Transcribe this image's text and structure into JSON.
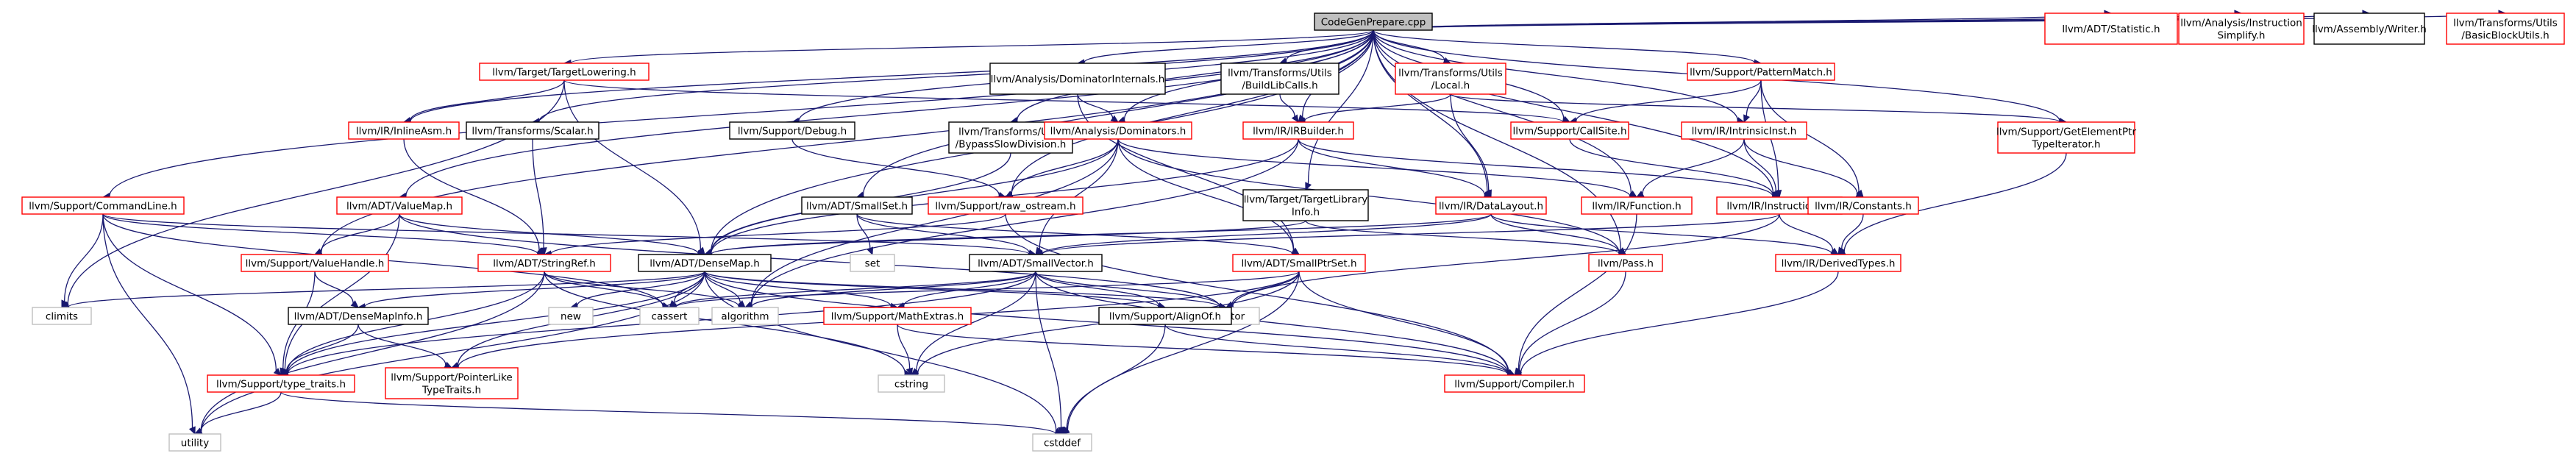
{
  "root": "cg",
  "colors": {
    "edge": "#191970",
    "text": "#000000",
    "root_fill": "#bfbfbf",
    "root_border": "#000000",
    "doc_border": "#ff0000",
    "plain_border": "#000000",
    "system_border": "#bfbfbf"
  },
  "nodes": [
    {
      "id": "cg",
      "lines": [
        "CodeGenPrepare.cpp"
      ],
      "kind": "root"
    },
    {
      "id": "tl",
      "lines": [
        "llvm/Target/TargetLowering.h"
      ],
      "kind": "doc"
    },
    {
      "id": "adt_stat",
      "lines": [
        "llvm/ADT/Statistic.h"
      ],
      "kind": "doc"
    },
    {
      "id": "ais",
      "lines": [
        "llvm/Analysis/Instruction",
        "Simplify.h"
      ],
      "kind": "doc"
    },
    {
      "id": "asmw",
      "lines": [
        "llvm/Assembly/Writer.h"
      ],
      "kind": "plain"
    },
    {
      "id": "bbu",
      "lines": [
        "llvm/Transforms/Utils",
        "/BasicBlockUtils.h"
      ],
      "kind": "doc"
    },
    {
      "id": "adi",
      "lines": [
        "llvm/Analysis/DominatorInternals.h"
      ],
      "kind": "plain"
    },
    {
      "id": "tubl",
      "lines": [
        "llvm/Transforms/Utils",
        "/BuildLibCalls.h"
      ],
      "kind": "plain"
    },
    {
      "id": "tul",
      "lines": [
        "llvm/Transforms/Utils",
        "/Local.h"
      ],
      "kind": "doc"
    },
    {
      "id": "pm",
      "lines": [
        "llvm/Support/PatternMatch.h"
      ],
      "kind": "doc"
    },
    {
      "id": "gepti",
      "lines": [
        "llvm/Support/GetElementPtr",
        "TypeIterator.h"
      ],
      "kind": "doc"
    },
    {
      "id": "inlineasm",
      "lines": [
        "llvm/IR/InlineAsm.h"
      ],
      "kind": "doc"
    },
    {
      "id": "tscalar",
      "lines": [
        "llvm/Transforms/Scalar.h"
      ],
      "kind": "plain"
    },
    {
      "id": "sdebug",
      "lines": [
        "llvm/Support/Debug.h"
      ],
      "kind": "plain"
    },
    {
      "id": "bsd",
      "lines": [
        "llvm/Transforms/Utils",
        "/BypassSlowDivision.h"
      ],
      "kind": "plain"
    },
    {
      "id": "adom",
      "lines": [
        "llvm/Analysis/Dominators.h"
      ],
      "kind": "doc"
    },
    {
      "id": "irb",
      "lines": [
        "llvm/IR/IRBuilder.h"
      ],
      "kind": "doc"
    },
    {
      "id": "callsite",
      "lines": [
        "llvm/Support/CallSite.h"
      ],
      "kind": "doc"
    },
    {
      "id": "intrinsic",
      "lines": [
        "llvm/IR/IntrinsicInst.h"
      ],
      "kind": "doc"
    },
    {
      "id": "cmdline",
      "lines": [
        "llvm/Support/CommandLine.h"
      ],
      "kind": "doc"
    },
    {
      "id": "valuemap",
      "lines": [
        "llvm/ADT/ValueMap.h"
      ],
      "kind": "doc"
    },
    {
      "id": "smallset",
      "lines": [
        "llvm/ADT/SmallSet.h"
      ],
      "kind": "plain"
    },
    {
      "id": "rawos",
      "lines": [
        "llvm/Support/raw_ostream.h"
      ],
      "kind": "doc"
    },
    {
      "id": "tli",
      "lines": [
        "llvm/Target/TargetLibrary",
        "Info.h"
      ],
      "kind": "plain"
    },
    {
      "id": "datalayout",
      "lines": [
        "llvm/IR/DataLayout.h"
      ],
      "kind": "doc"
    },
    {
      "id": "function",
      "lines": [
        "llvm/IR/Function.h"
      ],
      "kind": "doc"
    },
    {
      "id": "instructions",
      "lines": [
        "llvm/IR/Instructions.h"
      ],
      "kind": "doc"
    },
    {
      "id": "constants",
      "lines": [
        "llvm/IR/Constants.h"
      ],
      "kind": "doc"
    },
    {
      "id": "valuehandle",
      "lines": [
        "llvm/Support/ValueHandle.h"
      ],
      "kind": "doc"
    },
    {
      "id": "stringref",
      "lines": [
        "llvm/ADT/StringRef.h"
      ],
      "kind": "doc"
    },
    {
      "id": "densemap",
      "lines": [
        "llvm/ADT/DenseMap.h"
      ],
      "kind": "plain"
    },
    {
      "id": "set",
      "lines": [
        "set"
      ],
      "kind": "system"
    },
    {
      "id": "smallvector",
      "lines": [
        "llvm/ADT/SmallVector.h"
      ],
      "kind": "plain"
    },
    {
      "id": "smallptrset",
      "lines": [
        "llvm/ADT/SmallPtrSet.h"
      ],
      "kind": "doc"
    },
    {
      "id": "pass",
      "lines": [
        "llvm/Pass.h"
      ],
      "kind": "doc"
    },
    {
      "id": "derivedtypes",
      "lines": [
        "llvm/IR/DerivedTypes.h"
      ],
      "kind": "doc"
    },
    {
      "id": "climits",
      "lines": [
        "climits"
      ],
      "kind": "system"
    },
    {
      "id": "new",
      "lines": [
        "new"
      ],
      "kind": "system"
    },
    {
      "id": "cassert",
      "lines": [
        "cassert"
      ],
      "kind": "system"
    },
    {
      "id": "algorithm",
      "lines": [
        "algorithm"
      ],
      "kind": "system"
    },
    {
      "id": "iterator",
      "lines": [
        "iterator"
      ],
      "kind": "system"
    },
    {
      "id": "densemapinfo",
      "lines": [
        "llvm/ADT/DenseMapInfo.h"
      ],
      "kind": "plain"
    },
    {
      "id": "mathextras",
      "lines": [
        "llvm/Support/MathExtras.h"
      ],
      "kind": "doc"
    },
    {
      "id": "alignof",
      "lines": [
        "llvm/Support/AlignOf.h"
      ],
      "kind": "plain"
    },
    {
      "id": "typetraits",
      "lines": [
        "llvm/Support/type_traits.h"
      ],
      "kind": "doc"
    },
    {
      "id": "ptrlike",
      "lines": [
        "llvm/Support/PointerLike",
        "TypeTraits.h"
      ],
      "kind": "doc"
    },
    {
      "id": "cstring",
      "lines": [
        "cstring"
      ],
      "kind": "system"
    },
    {
      "id": "compiler",
      "lines": [
        "llvm/Support/Compiler.h"
      ],
      "kind": "doc"
    },
    {
      "id": "utility",
      "lines": [
        "utility"
      ],
      "kind": "system"
    },
    {
      "id": "cstddef",
      "lines": [
        "cstddef"
      ],
      "kind": "system"
    }
  ],
  "edges": [
    [
      "cg",
      "tl"
    ],
    [
      "cg",
      "adt_stat"
    ],
    [
      "cg",
      "ais"
    ],
    [
      "cg",
      "asmw"
    ],
    [
      "cg",
      "bbu"
    ],
    [
      "cg",
      "adi"
    ],
    [
      "cg",
      "tubl"
    ],
    [
      "cg",
      "tul"
    ],
    [
      "cg",
      "pm"
    ],
    [
      "cg",
      "gepti"
    ],
    [
      "cg",
      "inlineasm"
    ],
    [
      "cg",
      "tscalar"
    ],
    [
      "cg",
      "sdebug"
    ],
    [
      "cg",
      "bsd"
    ],
    [
      "cg",
      "adom"
    ],
    [
      "cg",
      "irb"
    ],
    [
      "cg",
      "callsite"
    ],
    [
      "cg",
      "intrinsic"
    ],
    [
      "cg",
      "cmdline"
    ],
    [
      "cg",
      "valuemap"
    ],
    [
      "cg",
      "smallset"
    ],
    [
      "cg",
      "rawos"
    ],
    [
      "cg",
      "tli"
    ],
    [
      "cg",
      "datalayout"
    ],
    [
      "cg",
      "function"
    ],
    [
      "cg",
      "instructions"
    ],
    [
      "cg",
      "pass"
    ],
    [
      "cg",
      "densemap"
    ],
    [
      "cg",
      "valuehandle"
    ],
    [
      "tl",
      "inlineasm"
    ],
    [
      "tl",
      "callsite"
    ],
    [
      "tl",
      "densemap"
    ],
    [
      "tl",
      "climits"
    ],
    [
      "inlineasm",
      "stringref"
    ],
    [
      "tscalar",
      "stringref"
    ],
    [
      "sdebug",
      "rawos"
    ],
    [
      "bsd",
      "densemap"
    ],
    [
      "adi",
      "adom"
    ],
    [
      "adi",
      "smallptrset"
    ],
    [
      "tubl",
      "irb"
    ],
    [
      "tul",
      "irb"
    ],
    [
      "tul",
      "datalayout"
    ],
    [
      "tul",
      "gepti"
    ],
    [
      "pm",
      "callsite"
    ],
    [
      "pm",
      "intrinsic"
    ],
    [
      "pm",
      "constants"
    ],
    [
      "pm",
      "instructions"
    ],
    [
      "gepti",
      "derivedtypes"
    ],
    [
      "adom",
      "densemap"
    ],
    [
      "adom",
      "smallptrset"
    ],
    [
      "adom",
      "smallvector"
    ],
    [
      "adom",
      "rawos"
    ],
    [
      "adom",
      "function"
    ],
    [
      "adom",
      "algorithm"
    ],
    [
      "adom",
      "pass"
    ],
    [
      "irb",
      "instructions"
    ],
    [
      "irb",
      "datalayout"
    ],
    [
      "irb",
      "algorithm"
    ],
    [
      "irb",
      "densemap"
    ],
    [
      "callsite",
      "instructions"
    ],
    [
      "intrinsic",
      "function"
    ],
    [
      "intrinsic",
      "instructions"
    ],
    [
      "intrinsic",
      "constants"
    ],
    [
      "cmdline",
      "climits"
    ],
    [
      "cmdline",
      "utility"
    ],
    [
      "cmdline",
      "cassert"
    ],
    [
      "cmdline",
      "typetraits"
    ],
    [
      "cmdline",
      "smallvector"
    ],
    [
      "cmdline",
      "stringref"
    ],
    [
      "valuemap",
      "densemap"
    ],
    [
      "valuemap",
      "valuehandle"
    ],
    [
      "valuemap",
      "typetraits"
    ],
    [
      "valuemap",
      "iterator"
    ],
    [
      "smallset",
      "smallptrset"
    ],
    [
      "smallset",
      "smallvector"
    ],
    [
      "smallset",
      "set"
    ],
    [
      "rawos",
      "stringref"
    ],
    [
      "rawos",
      "compiler"
    ],
    [
      "tli",
      "densemap"
    ],
    [
      "tli",
      "pass"
    ],
    [
      "datalayout",
      "densemap"
    ],
    [
      "datalayout",
      "smallvector"
    ],
    [
      "datalayout",
      "pass"
    ],
    [
      "datalayout",
      "derivedtypes"
    ],
    [
      "function",
      "compiler"
    ],
    [
      "instructions",
      "derivedtypes"
    ],
    [
      "instructions",
      "smallvector"
    ],
    [
      "instructions",
      "iterator"
    ],
    [
      "constants",
      "derivedtypes"
    ],
    [
      "valuehandle",
      "densemapinfo"
    ],
    [
      "valuehandle",
      "typetraits"
    ],
    [
      "stringref",
      "cassert"
    ],
    [
      "stringref",
      "cstring"
    ],
    [
      "stringref",
      "typetraits"
    ],
    [
      "stringref",
      "utility"
    ],
    [
      "stringref",
      "algorithm"
    ],
    [
      "densemap",
      "climits"
    ],
    [
      "densemap",
      "new"
    ],
    [
      "densemap",
      "cassert"
    ],
    [
      "densemap",
      "algorithm"
    ],
    [
      "densemap",
      "iterator"
    ],
    [
      "densemap",
      "utility"
    ],
    [
      "densemap",
      "cstddef"
    ],
    [
      "densemap",
      "densemapinfo"
    ],
    [
      "densemap",
      "mathextras"
    ],
    [
      "densemap",
      "alignof"
    ],
    [
      "densemap",
      "typetraits"
    ],
    [
      "densemap",
      "ptrlike"
    ],
    [
      "densemap",
      "compiler"
    ],
    [
      "smallvector",
      "cassert"
    ],
    [
      "smallvector",
      "algorithm"
    ],
    [
      "smallvector",
      "iterator"
    ],
    [
      "smallvector",
      "mathextras"
    ],
    [
      "smallvector",
      "alignof"
    ],
    [
      "smallvector",
      "typetraits"
    ],
    [
      "smallvector",
      "cstring"
    ],
    [
      "smallvector",
      "cstddef"
    ],
    [
      "smallvector",
      "compiler"
    ],
    [
      "smallptrset",
      "cassert"
    ],
    [
      "smallptrset",
      "iterator"
    ],
    [
      "smallptrset",
      "cstring"
    ],
    [
      "smallptrset",
      "cstddef"
    ],
    [
      "smallptrset",
      "ptrlike"
    ],
    [
      "smallptrset",
      "compiler"
    ],
    [
      "pass",
      "compiler"
    ],
    [
      "derivedtypes",
      "compiler"
    ],
    [
      "mathextras",
      "cstring"
    ],
    [
      "mathextras",
      "compiler"
    ],
    [
      "alignof",
      "cstddef"
    ],
    [
      "alignof",
      "compiler"
    ],
    [
      "densemapinfo",
      "ptrlike"
    ],
    [
      "densemapinfo",
      "typetraits"
    ],
    [
      "typetraits",
      "utility"
    ],
    [
      "typetraits",
      "cstddef"
    ]
  ]
}
